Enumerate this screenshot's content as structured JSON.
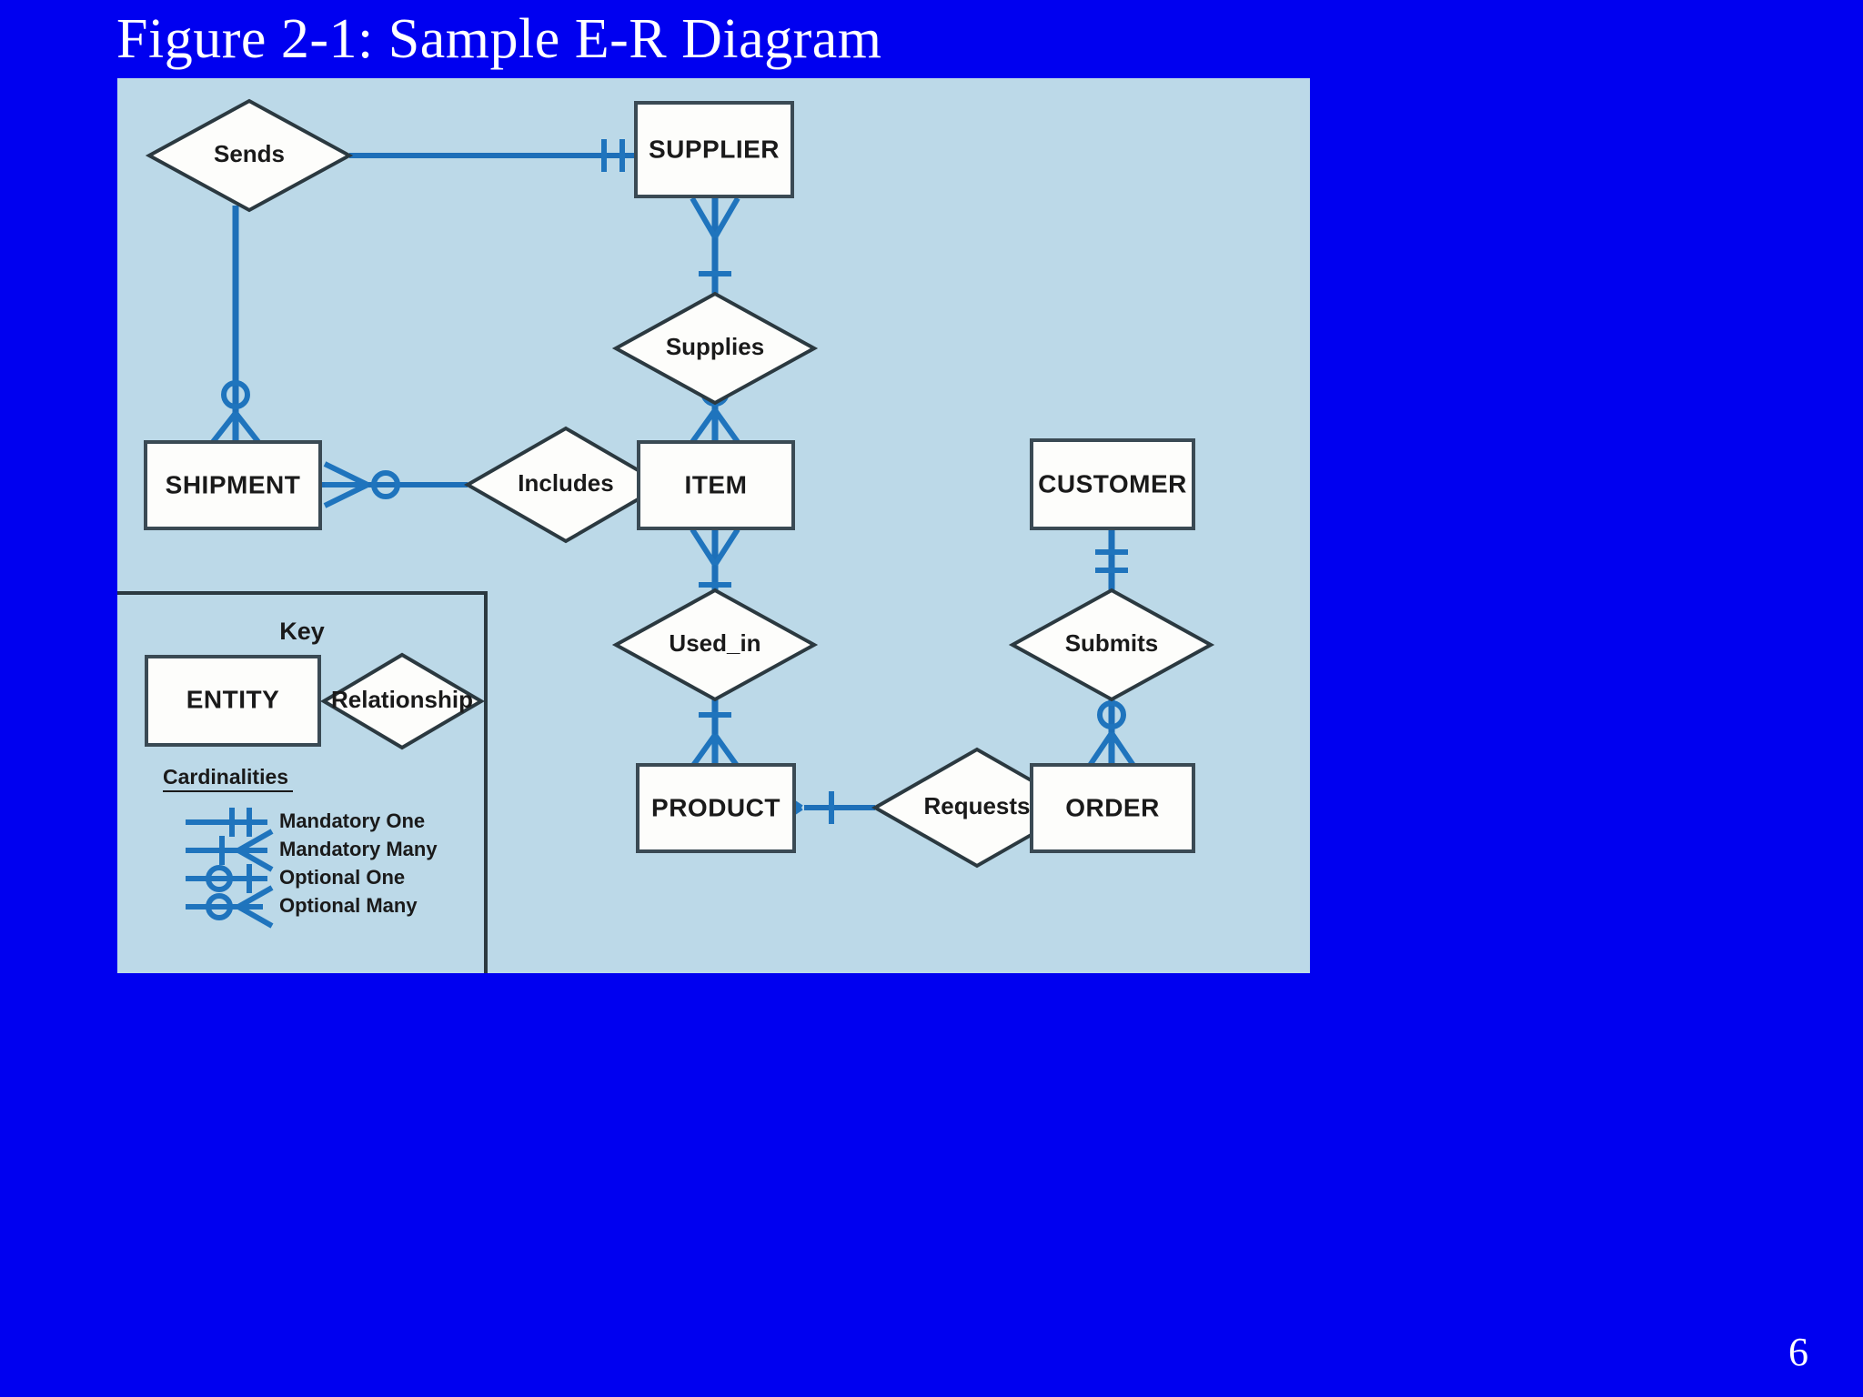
{
  "slide": {
    "title": "Figure 2-1: Sample E-R Diagram",
    "page_number": "6",
    "background_color": "#0000F0",
    "canvas_color": "#bcd9e8",
    "line_color": "#1d6fb8",
    "shape_fill": "#fdfdfb",
    "shape_stroke": "#2b3940",
    "text_color": "#ffffff"
  },
  "chart_data": {
    "type": "diagram",
    "title": "Figure 2-1: Sample E-R Diagram",
    "notation": "Crow's foot (IE) E-R notation",
    "entities": [
      {
        "id": "supplier",
        "label": "SUPPLIER"
      },
      {
        "id": "shipment",
        "label": "SHIPMENT"
      },
      {
        "id": "item",
        "label": "ITEM"
      },
      {
        "id": "customer",
        "label": "CUSTOMER"
      },
      {
        "id": "product",
        "label": "PRODUCT"
      },
      {
        "id": "order",
        "label": "ORDER"
      }
    ],
    "relationships": [
      {
        "id": "sends",
        "label": "Sends"
      },
      {
        "id": "supplies",
        "label": "Supplies"
      },
      {
        "id": "includes",
        "label": "Includes"
      },
      {
        "id": "used_in",
        "label": "Used_in"
      },
      {
        "id": "submits",
        "label": "Submits"
      },
      {
        "id": "requests",
        "label": "Requests"
      }
    ],
    "connections": [
      {
        "from": "sends",
        "to": "supplier",
        "cardinality": "Mandatory One"
      },
      {
        "from": "sends",
        "to": "shipment",
        "cardinality": "Optional Many"
      },
      {
        "from": "supplier",
        "to": "supplies",
        "cardinality": "Mandatory Many"
      },
      {
        "from": "supplies",
        "to": "item",
        "cardinality": "Optional Many"
      },
      {
        "from": "shipment",
        "to": "includes",
        "cardinality": "Optional Many"
      },
      {
        "from": "includes",
        "to": "item",
        "cardinality": "Mandatory Many"
      },
      {
        "from": "item",
        "to": "used_in",
        "cardinality": "Mandatory Many"
      },
      {
        "from": "used_in",
        "to": "product",
        "cardinality": "Mandatory Many"
      },
      {
        "from": "product",
        "to": "requests",
        "cardinality": "Mandatory Many"
      },
      {
        "from": "requests",
        "to": "order",
        "cardinality": "Optional Many"
      },
      {
        "from": "customer",
        "to": "submits",
        "cardinality": "Mandatory One"
      },
      {
        "from": "submits",
        "to": "order",
        "cardinality": "Optional Many"
      }
    ]
  },
  "key": {
    "title": "Key",
    "entity_label": "ENTITY",
    "relationship_label": "Relationship",
    "cardinalities_heading": "Cardinalities",
    "cardinalities": [
      {
        "name": "Mandatory One",
        "symbol": "mandatory-one-icon"
      },
      {
        "name": "Mandatory Many",
        "symbol": "mandatory-many-icon"
      },
      {
        "name": "Optional One",
        "symbol": "optional-one-icon"
      },
      {
        "name": "Optional Many",
        "symbol": "optional-many-icon"
      }
    ]
  }
}
